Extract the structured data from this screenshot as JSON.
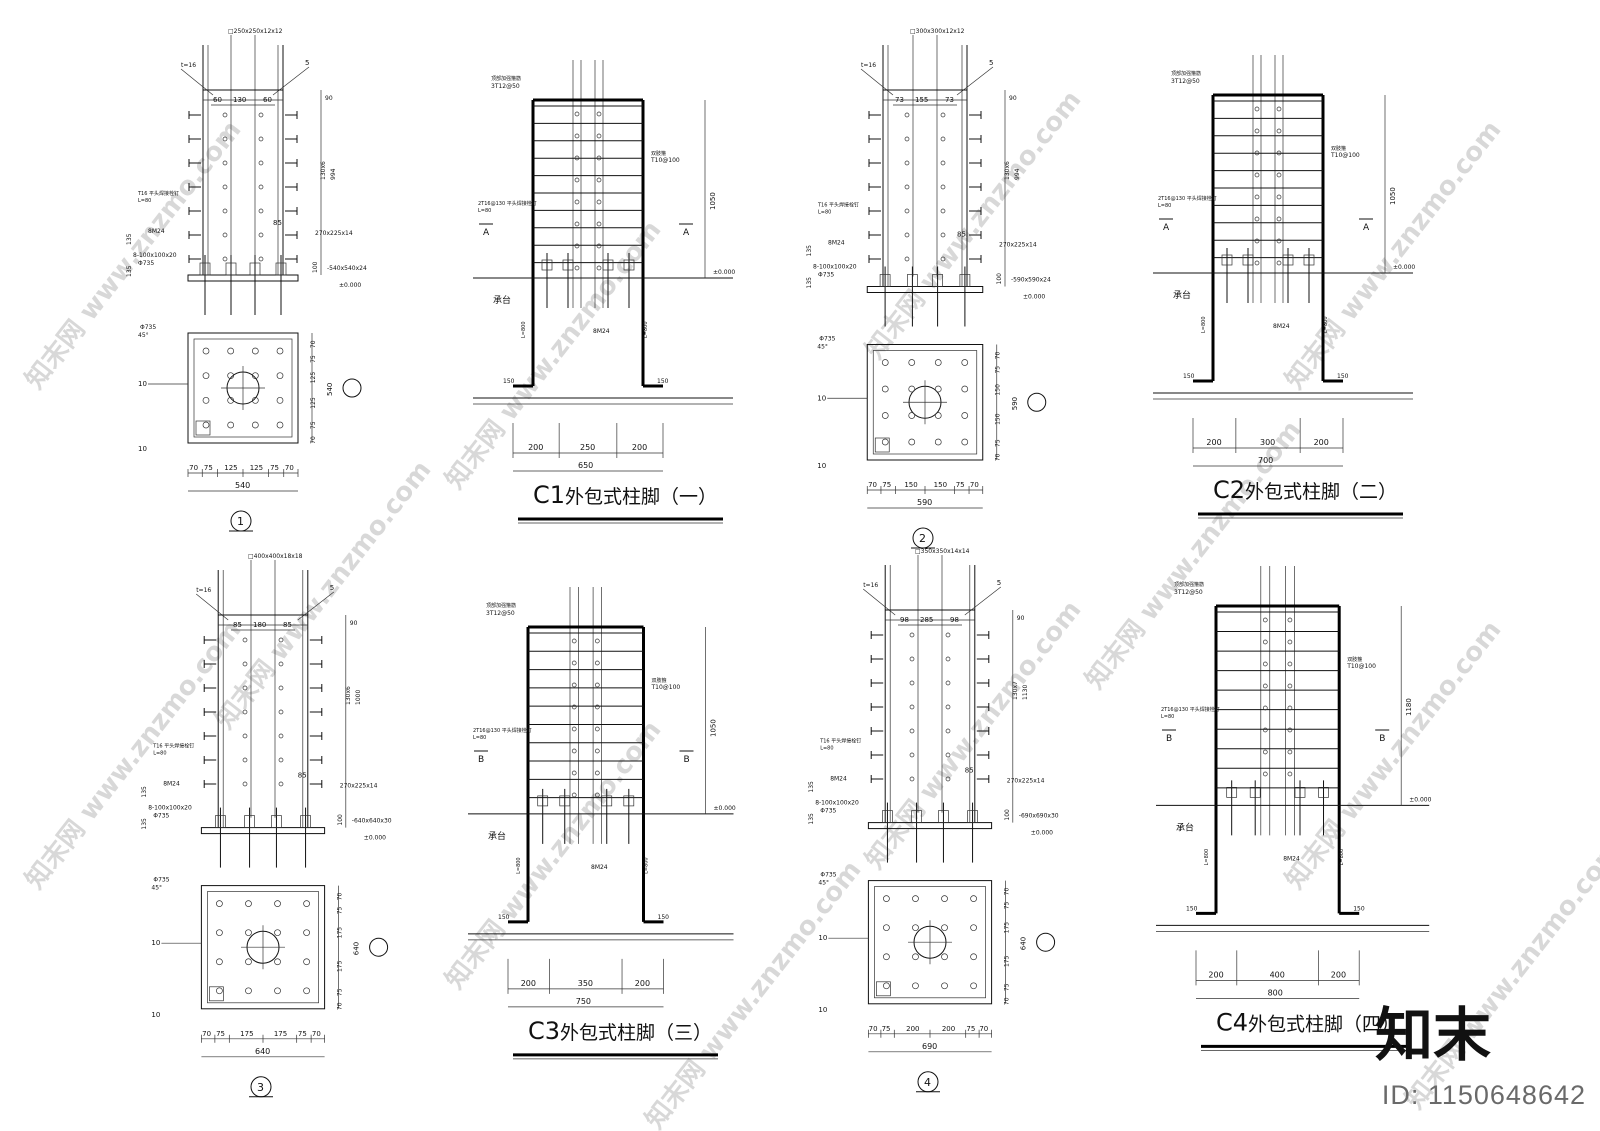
{
  "watermark": {
    "site": "znzmo.com",
    "brand": "知末网",
    "www": "www.znzmo.com"
  },
  "logo": {
    "text": "知末"
  },
  "image_id": "ID: 1150648642",
  "common": {
    "stiffener": "t=16",
    "weld": "5",
    "bolts": "8M24",
    "washer": "8-100x100x20",
    "hole_note": "Φ735",
    "stud": "T16 平头焊接栓钉",
    "stud_len": "L=80",
    "cap": "承台",
    "elev": "±0.000",
    "rebar_len": "L=800",
    "hook": "150",
    "stirrup": "双肢箍",
    "anchor": "8M24",
    "weld_10": "10",
    "angle": "45°",
    "hoop_top": "顶部加强箍筋",
    "section_A": "A",
    "section_B": "B"
  },
  "details": [
    {
      "num": "1",
      "column": "□250x250x12x12",
      "flange": "270x225x14",
      "baseplate": "-540x540x24",
      "h_total": "994",
      "h_135": "135",
      "h_90": "90",
      "spacing": "130x6",
      "h_100": "100",
      "stiff_h": "85",
      "top_dims": [
        "60",
        "130",
        "60"
      ],
      "bottom_dims": [
        "70",
        "75",
        "125",
        "125",
        "75",
        "70"
      ],
      "total": "540",
      "side_dims": [
        "70",
        "75",
        "125",
        "125",
        "75",
        "70"
      ],
      "side_total": "540"
    },
    {
      "num": "2",
      "column": "□300x300x12x12",
      "flange": "270x225x14",
      "baseplate": "-590x590x24",
      "h_total": "994",
      "h_135": "135",
      "h_90": "90",
      "spacing": "130x6",
      "h_100": "100",
      "stiff_h": "85",
      "top_dims": [
        "73",
        "155",
        "73"
      ],
      "bottom_dims": [
        "70",
        "75",
        "150",
        "150",
        "75",
        "70"
      ],
      "total": "590",
      "side_dims": [
        "70",
        "75",
        "150",
        "150",
        "75",
        "70"
      ],
      "side_total": "590"
    },
    {
      "num": "3",
      "column": "□400x400x18x18",
      "flange": "270x225x14",
      "baseplate": "-640x640x30",
      "h_total": "1000",
      "h_135": "135",
      "h_90": "90",
      "spacing": "130x6",
      "h_100": "100",
      "stiff_h": "85",
      "top_dims": [
        "85",
        "180",
        "85"
      ],
      "bottom_dims": [
        "70",
        "75",
        "175",
        "175",
        "75",
        "70"
      ],
      "total": "640",
      "side_dims": [
        "70",
        "75",
        "175",
        "175",
        "75",
        "70"
      ],
      "side_total": "640"
    },
    {
      "num": "4",
      "column": "□350x350x14x14",
      "flange": "270x225x14",
      "baseplate": "-690x690x30",
      "h_total": "1130",
      "h_135": "135",
      "h_90": "90",
      "spacing": "130x7",
      "h_100": "100",
      "stiff_h": "85",
      "top_dims": [
        "98",
        "285",
        "98"
      ],
      "bottom_dims": [
        "70",
        "75",
        "200",
        "200",
        "75",
        "70"
      ],
      "total": "690",
      "side_dims": [
        "70",
        "75",
        "175",
        "175",
        "75",
        "70"
      ],
      "side_total": "640"
    }
  ],
  "encased": [
    {
      "code": "C1",
      "title": "外包式柱脚（一）",
      "height": "1050",
      "rebar": "2T16@130 平头焊接栓钉",
      "stud_len": "L=80",
      "hoops": "3T12@50",
      "stirrup_spec": "T10@100",
      "sec": "A",
      "dims": [
        "200",
        "250",
        "200"
      ],
      "total": "650"
    },
    {
      "code": "C2",
      "title": "外包式柱脚（二）",
      "height": "1050",
      "rebar": "2T16@130 平头焊接栓钉",
      "stud_len": "L=80",
      "hoops": "3T12@50",
      "stirrup_spec": "T10@100",
      "sec": "A",
      "dims": [
        "200",
        "300",
        "200"
      ],
      "total": "700"
    },
    {
      "code": "C3",
      "title": "外包式柱脚（三）",
      "height": "1050",
      "rebar": "2T16@130 平头焊接栓钉",
      "stud_len": "L=80",
      "hoops": "3T12@50",
      "stirrup_spec": "T10@100",
      "sec": "B",
      "dims": [
        "200",
        "350",
        "200"
      ],
      "total": "750"
    },
    {
      "code": "C4",
      "title": "外包式柱脚（四）",
      "height": "1180",
      "rebar": "2T16@130 平头焊接栓钉",
      "stud_len": "L=80",
      "hoops": "3T12@50",
      "stirrup_spec": "T10@100",
      "sec": "B",
      "dims": [
        "200",
        "400",
        "200"
      ],
      "total": "800"
    }
  ]
}
